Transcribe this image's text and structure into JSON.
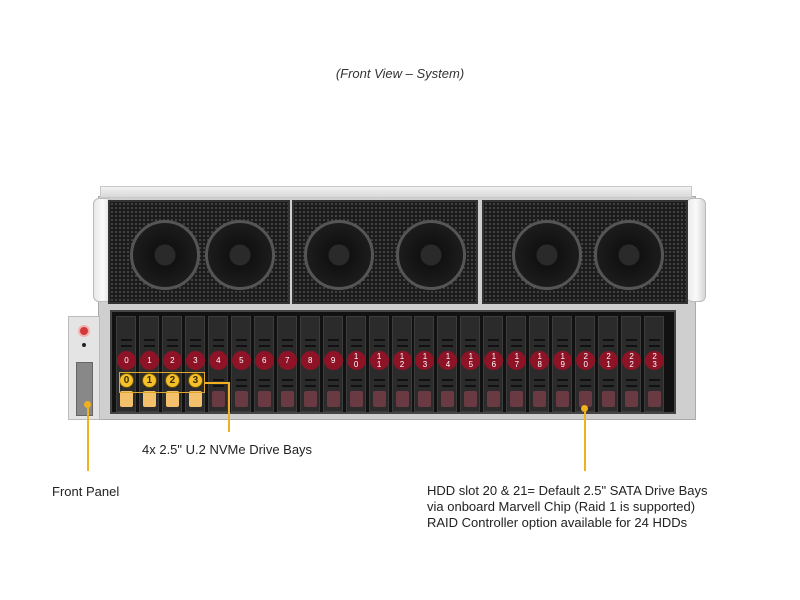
{
  "title": "(Front View – System)",
  "drive_bays": [
    "0",
    "1",
    "2",
    "3",
    "4",
    "5",
    "6",
    "7",
    "8",
    "9",
    "1\n0",
    "1\n1",
    "1\n2",
    "1\n3",
    "1\n4",
    "1\n5",
    "1\n6",
    "1\n7",
    "1\n8",
    "1\n9",
    "2\n0",
    "2\n1",
    "2\n2",
    "2\n3"
  ],
  "nvme_bays": [
    "0",
    "1",
    "2",
    "3"
  ],
  "callouts": {
    "nvme": "4x 2.5\" U.2 NVMe Drive Bays",
    "front_panel": "Front Panel",
    "hdd_line1": "HDD slot 20 & 21= Default 2.5\" SATA Drive Bays",
    "hdd_line2": "via onboard Marvell Chip (Raid 1 is supported)",
    "hdd_line3": "RAID Controller option available for 24 HDDs"
  },
  "colors": {
    "bay_number": "#8e1326",
    "nvme_highlight": "#f4c12a",
    "callout": "#f0b020"
  }
}
